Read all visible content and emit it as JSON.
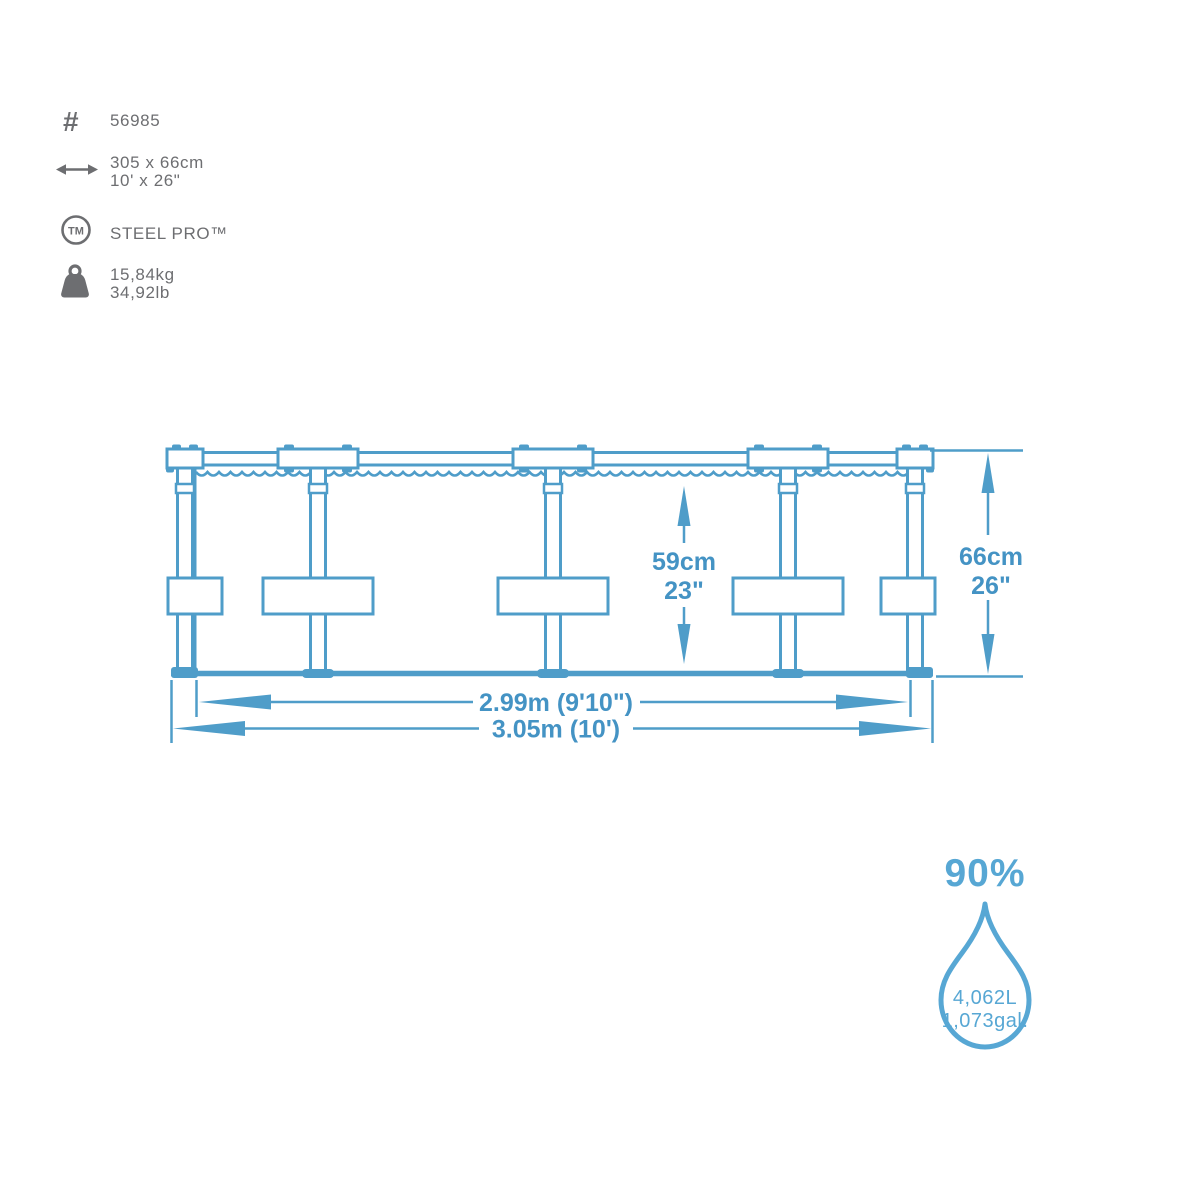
{
  "specs": {
    "item_number": "56985",
    "size_metric": "305 x 66cm",
    "size_imperial": "10' x 26\"",
    "product_line": "STEEL PRO™",
    "weight_metric": "15,84kg",
    "weight_imperial": "34,92lb"
  },
  "diagram": {
    "water_height_metric": "59cm",
    "water_height_imperial": "23\"",
    "wall_height_metric": "66cm",
    "wall_height_imperial": "26\"",
    "inner_width": "2.99m (9'10\")",
    "outer_width": "3.05m (10')"
  },
  "capacity": {
    "fill_percent": "90%",
    "volume_liters": "4,062L",
    "volume_gallons": "1,073gal."
  },
  "colors": {
    "diagram_line_blue": "#4f9dc9",
    "dimension_text_blue": "#4493c4",
    "drop_blue": "#57a7d4",
    "spec_gray": "#6d6e71"
  }
}
